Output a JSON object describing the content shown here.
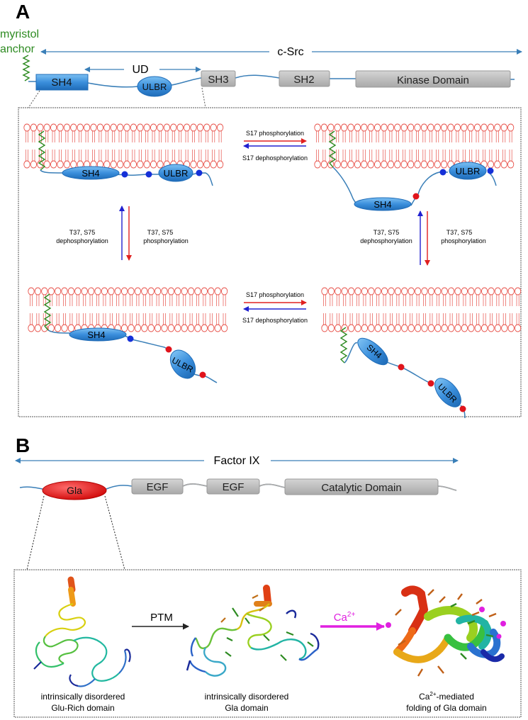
{
  "panel_a": {
    "letter": "A",
    "myristol_line1": "myristol",
    "myristol_line2": "anchor",
    "protein_name": "c-Src",
    "ud_label": "UD",
    "domains": {
      "sh4": "SH4",
      "ulbr": "ULBR",
      "sh3": "SH3",
      "sh2": "SH2",
      "kinase": "Kinase Domain"
    },
    "states": {
      "top_left": {
        "sh4": "SH4",
        "ulbr": "ULBR"
      },
      "top_right": {
        "sh4": "SH4",
        "ulbr": "ULBR"
      },
      "bottom_left": {
        "sh4": "SH4",
        "ulbr": "ULBR"
      },
      "bottom_right": {
        "sh4": "SH4",
        "ulbr": "ULBR"
      }
    },
    "transitions": {
      "top_forward": "S17 phosphorylation",
      "top_reverse": "S17 dephosphorylation",
      "bottom_forward": "S17 phosphorylation",
      "bottom_reverse": "S17 dephosphorylation",
      "left_dephos_line1": "T37, S75",
      "left_dephos_line2": "dephosphorylation",
      "left_phos_line1": "T37, S75",
      "left_phos_line2": "phosphorylation",
      "right_dephos_line1": "T37, S75",
      "right_dephos_line2": "dephosphorylation",
      "right_phos_line1": "T37, S75",
      "right_phos_line2": "phosphorylation"
    },
    "colors": {
      "membrane": "#e8524a",
      "sh4": "#3b8fdc",
      "gray_domain": "#bdbdbd",
      "backbone": "#3a7fb8",
      "anchor": "#2e8b22",
      "phospho": "#e0141c",
      "unphospho": "#1530d8",
      "arrow_red": "#e02020",
      "arrow_blue": "#2020d0"
    }
  },
  "panel_b": {
    "letter": "B",
    "protein_name": "Factor IX",
    "domains": {
      "gla": "Gla",
      "egf1": "EGF",
      "egf2": "EGF",
      "catalytic": "Catalytic Domain"
    },
    "ptm_label": "PTM",
    "ca_label": "Ca",
    "ca_charge": "2+",
    "caption1_line1": "intrinsically disordered",
    "caption1_line2": "Glu-Rich domain",
    "caption2_line1": "intrinsically disordered",
    "caption2_line2": "Gla domain",
    "caption3_line1a": "Ca",
    "caption3_line1sup": "2+",
    "caption3_line1b": "-mediated",
    "caption3_line2": "folding of Gla domain",
    "colors": {
      "gla": "#e81a1a",
      "magenta": "#e020e0"
    }
  }
}
